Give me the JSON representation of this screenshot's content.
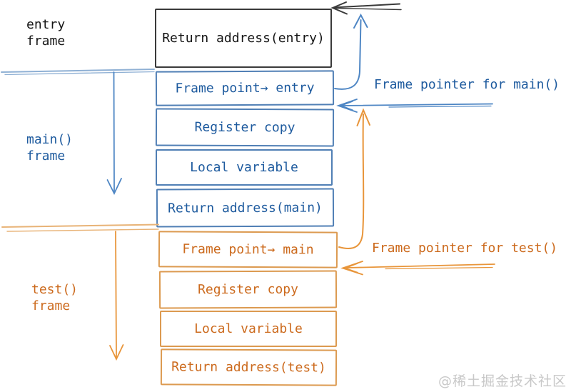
{
  "diagram": {
    "title_hint": "stack frames of entry, main() and test() with frame pointers",
    "colors": {
      "black_text": "#151515",
      "black_border": "#3a3a3a",
      "blue_text": "#1d5a9e",
      "blue_border": "#507fb5",
      "blue_arrow": "#4e86c4",
      "blue_divider": "#8fb0d4",
      "orange_text": "#cc6a1d",
      "orange_border": "#dc9a50",
      "orange_arrow": "#e8953a",
      "watermark_gray": "#c8c8c8",
      "background": "#ffffff"
    },
    "frame_labels": [
      {
        "id": "entry",
        "color": "black",
        "lines": [
          "entry",
          "frame"
        ]
      },
      {
        "id": "main",
        "color": "blue",
        "lines": [
          "main()",
          "frame"
        ]
      },
      {
        "id": "test",
        "color": "orange",
        "lines": [
          "test()",
          "frame"
        ]
      }
    ],
    "stack_boxes": [
      {
        "label": "Return address(entry)",
        "color": "black"
      },
      {
        "label": "Frame point→ entry",
        "color": "blue"
      },
      {
        "label": "Register copy",
        "color": "blue"
      },
      {
        "label": "Local variable",
        "color": "blue"
      },
      {
        "label": "Return address(main)",
        "color": "blue"
      },
      {
        "label": "Frame point→ main",
        "color": "orange"
      },
      {
        "label": "Register copy",
        "color": "orange"
      },
      {
        "label": "Local variable",
        "color": "orange"
      },
      {
        "label": "Return address(test)",
        "color": "orange"
      }
    ],
    "annotations": [
      {
        "label": "Frame pointer for main()",
        "color": "blue"
      },
      {
        "label": "Frame pointer for test()",
        "color": "orange"
      }
    ],
    "arrows": [
      {
        "name": "black-left-arrow",
        "meaning": "points to top of Return address(entry)"
      },
      {
        "name": "blue-curved-up-arrow",
        "meaning": "from Frame point→ entry up to stack top"
      },
      {
        "name": "blue-left-arrow",
        "meaning": "frame pointer for main() target"
      },
      {
        "name": "orange-curved-up-arrow",
        "meaning": "from Frame point→ main up to main frame base"
      },
      {
        "name": "orange-left-arrow",
        "meaning": "frame pointer for test() target"
      },
      {
        "name": "blue-down-arrow",
        "meaning": "extent of main() frame"
      },
      {
        "name": "orange-down-arrow",
        "meaning": "extent of test() frame"
      }
    ],
    "watermark": "@稀土掘金技术社区"
  }
}
